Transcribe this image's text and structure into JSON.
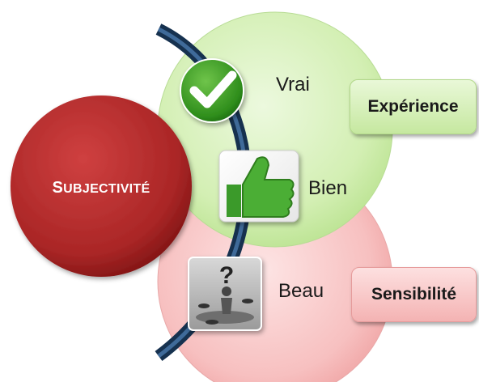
{
  "diagram": {
    "center_label": "Subjectivité",
    "center_label_parts": {
      "first": "S",
      "rest": "UBJECTIVITÉ"
    },
    "labels": {
      "vrai": "Vrai",
      "bien": "Bien",
      "beau": "Beau"
    },
    "boxes": {
      "experience": "Expérience",
      "sensibilite": "Sensibilité"
    },
    "icons": [
      "checkmark-icon",
      "thumbs-up-icon",
      "question-figure-icon"
    ],
    "colors": {
      "green_circle": "#d7f0b9",
      "pink_circle": "#f7c3c3",
      "red_circle": "#b02a2a",
      "arc": "#1f3f66",
      "experience_box": "#d9f2bf",
      "sensibilite_box": "#f9c8c8"
    }
  }
}
